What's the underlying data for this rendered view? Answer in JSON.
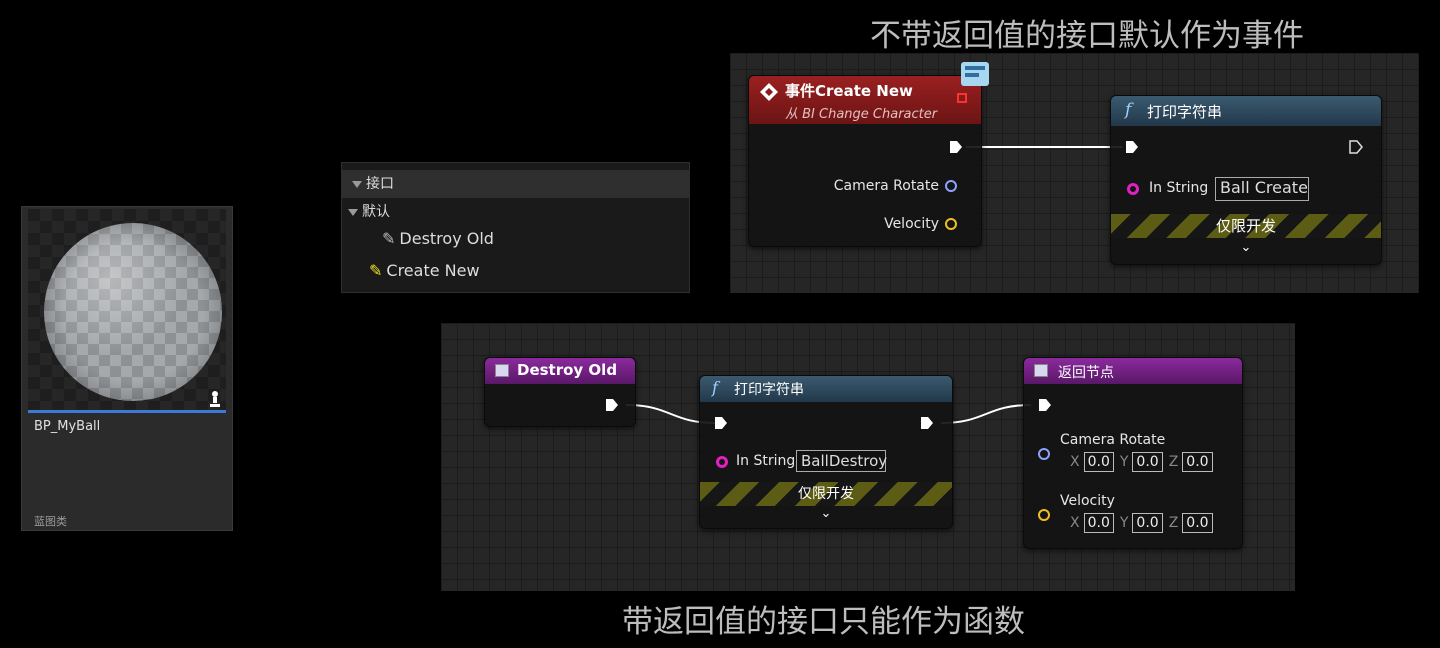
{
  "captions": {
    "top": "不带返回值的接口默认作为事件",
    "bottom": "带返回值的接口只能作为函数"
  },
  "asset": {
    "name": "BP_MyBall",
    "type": "蓝图类"
  },
  "interface_panel": {
    "section": "接口",
    "category": "默认",
    "items": [
      "Destroy Old",
      "Create New"
    ]
  },
  "top_graph": {
    "event_node": {
      "title": "事件Create New",
      "subtitle": "从 BI Change Character",
      "pins": [
        "Camera Rotate",
        "Velocity"
      ]
    },
    "print_node": {
      "title": "打印字符串",
      "in_string_label": "In String",
      "in_string_value": "Ball Create",
      "dev_only": "仅限开发"
    }
  },
  "bottom_graph": {
    "destroy_node": {
      "title": "Destroy Old"
    },
    "print_node": {
      "title": "打印字符串",
      "in_string_label": "In String",
      "in_string_value": "BallDestroy",
      "dev_only": "仅限开发"
    },
    "return_node": {
      "title": "返回节点",
      "pins": [
        {
          "label": "Camera Rotate",
          "x": "0.0",
          "y": "0.0",
          "z": "0.0"
        },
        {
          "label": "Velocity",
          "x": "0.0",
          "y": "0.0",
          "z": "0.0"
        }
      ],
      "axis": {
        "x": "X",
        "y": "Y",
        "z": "Z"
      }
    }
  },
  "colors": {
    "event_header": "#8a1c1c",
    "function_header": "#2f4a5c",
    "interface_header": "#7a1f8a",
    "rotator_pin": "#8fa0ff",
    "vector_pin": "#f0c020",
    "string_pin": "#e020c0",
    "selection": "#3d7ad8"
  }
}
